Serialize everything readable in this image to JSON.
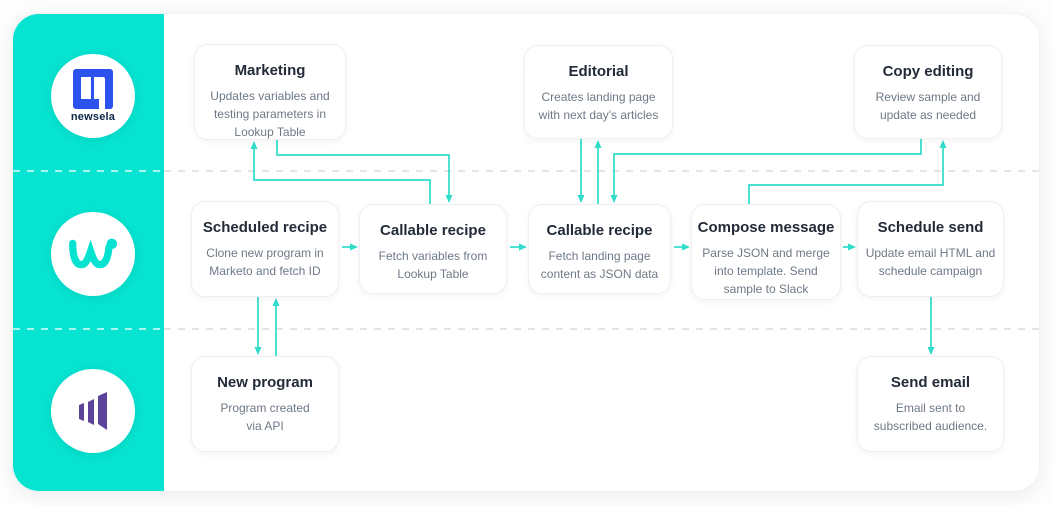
{
  "diagram": {
    "type": "integration-workflow-flowchart",
    "palette": {
      "sidebar_teal": "#06E3D0",
      "arrow_teal": "#2EDCC9",
      "newsela_blue": "#2B52EC",
      "marketo_purple": "#5B4499",
      "title_color": "#232B38",
      "description_color": "#6E7986"
    }
  },
  "sidebar": {
    "lanes": [
      {
        "name": "Newsela",
        "icon": "newsela-logo",
        "wordmark": "newsela"
      },
      {
        "name": "Workato",
        "icon": "workato-logo"
      },
      {
        "name": "Marketo",
        "icon": "marketo-logo"
      }
    ]
  },
  "nodes": {
    "marketing": {
      "title": "Marketing",
      "description": "Updates variables and testing parameters in Lookup Table"
    },
    "editorial": {
      "title": "Editorial",
      "description": "Creates landing page with next day's articles"
    },
    "copy_editing": {
      "title": "Copy editing",
      "description": "Review sample and update as needed"
    },
    "scheduled_recipe": {
      "title": "Scheduled recipe",
      "description": "Clone new program in Marketo and fetch ID"
    },
    "callable_recipe_1": {
      "title": "Callable recipe",
      "description": "Fetch variables from Lookup Table"
    },
    "callable_recipe_2": {
      "title": "Callable recipe",
      "description": "Fetch landing page content as JSON data"
    },
    "compose_message": {
      "title": "Compose message",
      "description": "Parse JSON and merge into template. Send sample to Slack"
    },
    "schedule_send": {
      "title": "Schedule send",
      "description": "Update email HTML and schedule campaign"
    },
    "new_program": {
      "title": "New program",
      "description": "Program created via API"
    },
    "send_email": {
      "title": "Send email",
      "description": "Email sent to subscribed audience."
    }
  },
  "edges": [
    {
      "from": "marketing",
      "to": "callable_recipe_1"
    },
    {
      "from": "callable_recipe_1",
      "to": "marketing"
    },
    {
      "from": "editorial",
      "to": "callable_recipe_2"
    },
    {
      "from": "callable_recipe_2",
      "to": "editorial"
    },
    {
      "from": "copy_editing",
      "to": "callable_recipe_2"
    },
    {
      "from": "compose_message",
      "to": "copy_editing"
    },
    {
      "from": "scheduled_recipe",
      "to": "new_program"
    },
    {
      "from": "new_program",
      "to": "scheduled_recipe"
    },
    {
      "from": "schedule_send",
      "to": "send_email"
    },
    {
      "from": "scheduled_recipe",
      "to": "callable_recipe_1"
    },
    {
      "from": "callable_recipe_1",
      "to": "callable_recipe_2"
    },
    {
      "from": "callable_recipe_2",
      "to": "compose_message"
    },
    {
      "from": "compose_message",
      "to": "schedule_send"
    }
  ]
}
